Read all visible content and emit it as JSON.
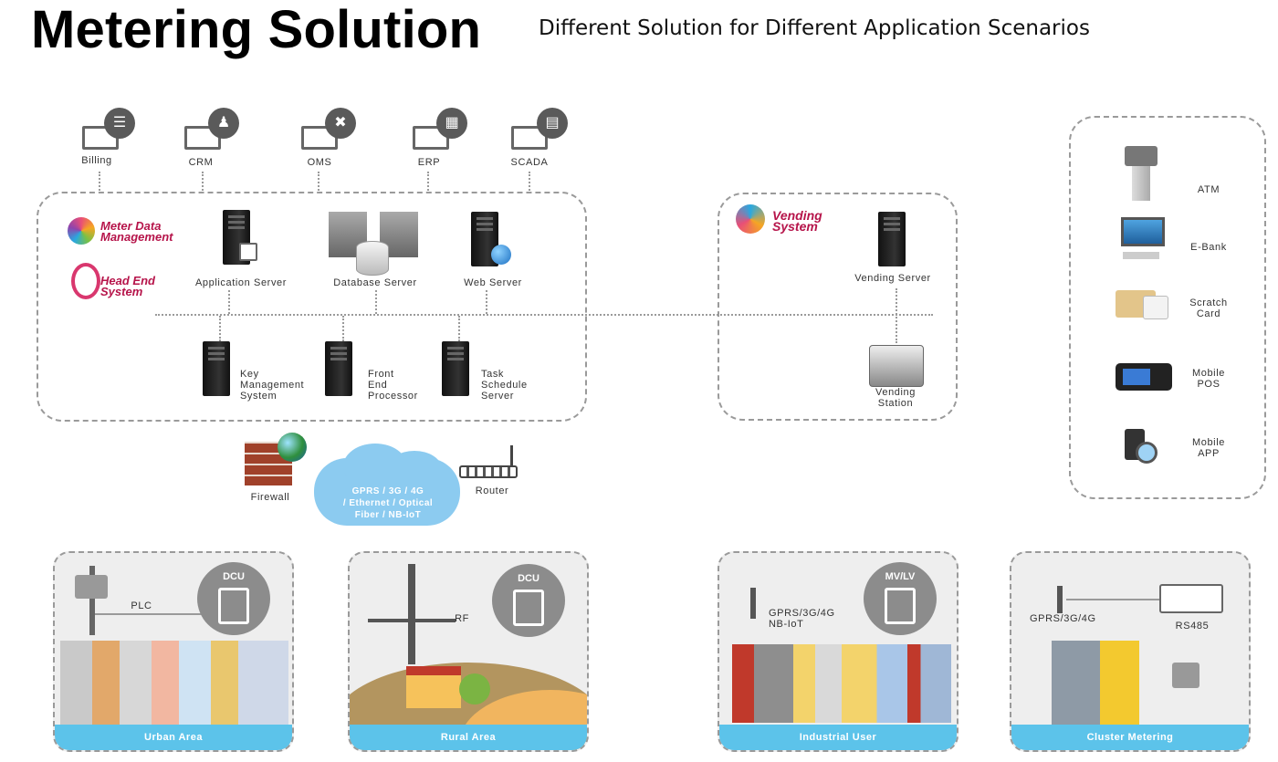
{
  "header": {
    "title": "Metering Solution",
    "subtitle": "Different Solution for Different Application Scenarios"
  },
  "systems": [
    "Billing",
    "CRM",
    "OMS",
    "ERP",
    "SCADA"
  ],
  "main_box": {
    "logo_mdm": [
      "Meter Data",
      "Management"
    ],
    "logo_hes": [
      "Head End",
      "System"
    ],
    "servers_top": [
      "Application  Server",
      "Database Server",
      "Web Server"
    ],
    "servers_bottom": [
      [
        "Key",
        "Management",
        "System"
      ],
      [
        "Front",
        "End",
        "Processor"
      ],
      [
        "Task",
        "Schedule",
        "Server"
      ]
    ]
  },
  "vending_box": {
    "logo": [
      "Vending",
      "System"
    ],
    "server": "Vending Server",
    "station": [
      "Vending",
      "Station"
    ]
  },
  "channels": [
    "ATM",
    "E-Bank",
    [
      "Scratch",
      "Card"
    ],
    [
      "Mobile",
      "POS"
    ],
    [
      "Mobile",
      "APP"
    ]
  ],
  "network": {
    "firewall": "Firewall",
    "cloud": [
      "GPRS / 3G / 4G",
      "/ Ethernet / Optical",
      "Fiber / NB-IoT"
    ],
    "router": "Router"
  },
  "scenes": [
    {
      "name": "Urban Area",
      "badge": "DCU",
      "link": "PLC"
    },
    {
      "name": "Rural Area",
      "badge": "DCU",
      "link": "RF"
    },
    {
      "name": "Industrial User",
      "badge": "MV/LV",
      "link": [
        "GPRS/3G/4G",
        "NB-IoT"
      ]
    },
    {
      "name": "Cluster Metering",
      "link": "GPRS/3G/4G",
      "link2": "RS485"
    }
  ],
  "colors": {
    "sky": "#5cc3ea",
    "badge": "#8c8c8c",
    "cloud": "#8ccbf0",
    "brand": "#b6144a"
  }
}
